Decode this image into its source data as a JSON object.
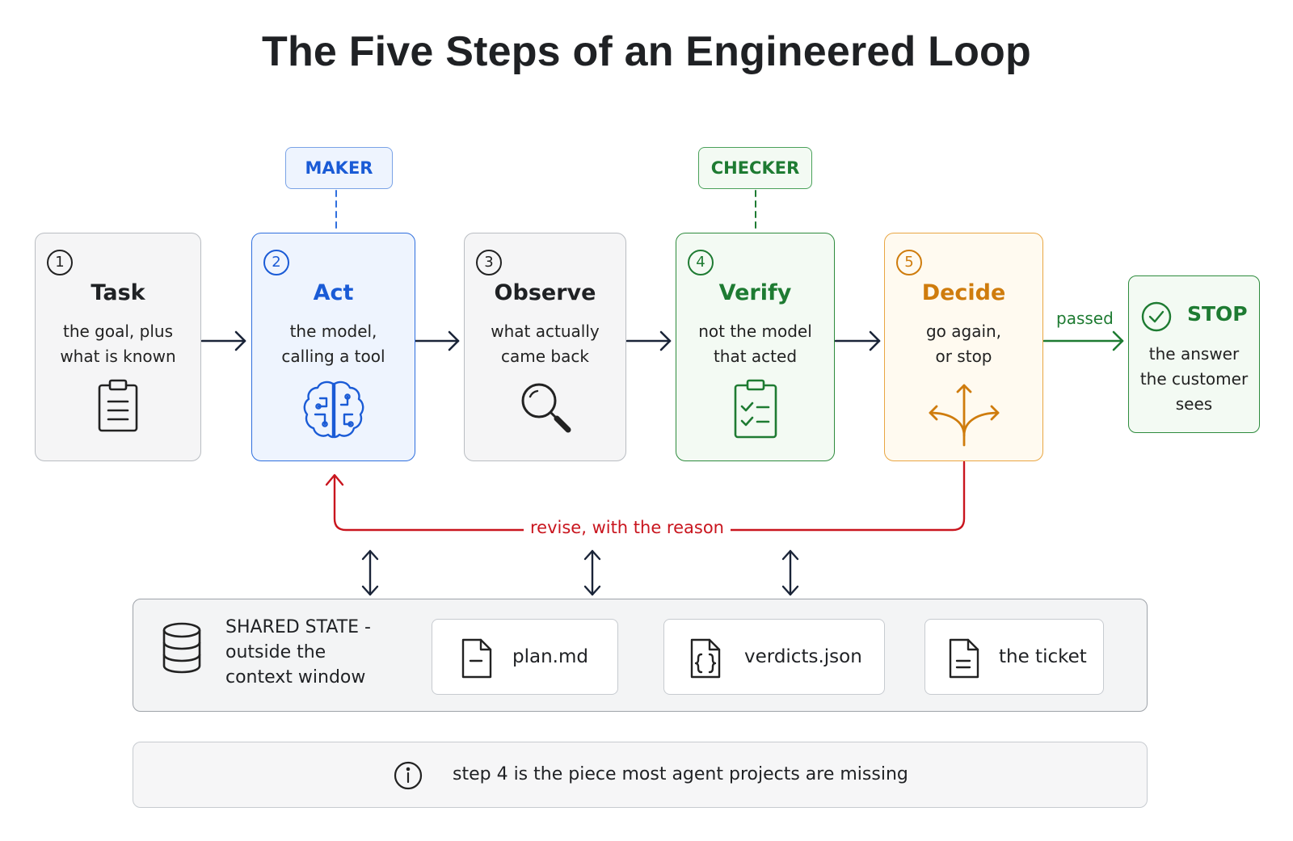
{
  "title": "The Five Steps of an Engineered Loop",
  "roles": {
    "maker": "MAKER",
    "checker": "CHECKER"
  },
  "steps": [
    {
      "num": "1",
      "name": "Task",
      "desc_1": "the goal, plus",
      "desc_2": "what is known",
      "icon": "clipboard-icon"
    },
    {
      "num": "2",
      "name": "Act",
      "desc_1": "the model,",
      "desc_2": "calling a tool",
      "icon": "brain-icon",
      "color": "#1a5bd6"
    },
    {
      "num": "3",
      "name": "Observe",
      "desc_1": "what actually",
      "desc_2": "came back",
      "icon": "magnifier-icon"
    },
    {
      "num": "4",
      "name": "Verify",
      "desc_1": "not the model",
      "desc_2": "that acted",
      "icon": "checklist-icon",
      "color": "#1e7b32"
    },
    {
      "num": "5",
      "name": "Decide",
      "desc_1": "go again,",
      "desc_2": "or stop",
      "icon": "fork-arrows-icon",
      "color": "#cf7c0d"
    }
  ],
  "stop": {
    "title": "STOP",
    "desc_1": "the answer",
    "desc_2": "the customer",
    "desc_3": "sees",
    "icon": "check-circle-icon"
  },
  "edges": {
    "passed": "passed",
    "revise": "revise, with the reason",
    "passed_color": "#1e7b32",
    "revise_color": "#c9151e"
  },
  "shared_state": {
    "label_1": "SHARED STATE -",
    "label_2": "outside the",
    "label_3": "context window",
    "files": [
      {
        "name": "plan.md",
        "icon": "file-icon"
      },
      {
        "name": "verdicts.json",
        "icon": "json-file-icon"
      },
      {
        "name": "the ticket",
        "icon": "document-icon"
      }
    ]
  },
  "note": {
    "text": "step 4 is the piece most agent projects are missing",
    "icon": "info-icon"
  }
}
